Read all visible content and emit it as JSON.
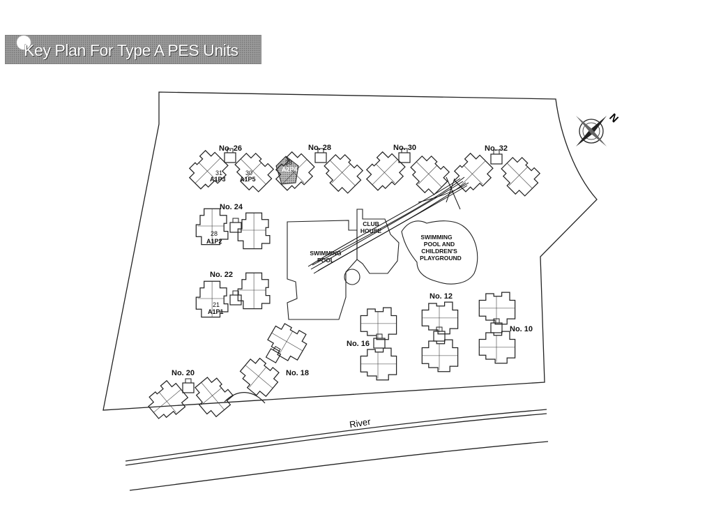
{
  "title": "Key Plan For Type A PES Units",
  "compass_letter": "N",
  "blocks": {
    "no26": "No. 26",
    "no28": "No. 28",
    "no30": "No. 30",
    "no32": "No. 32",
    "no24": "No. 24",
    "no22": "No. 22",
    "no20": "No. 20",
    "no18": "No. 18",
    "no16": "No. 16",
    "no12": "No. 12",
    "no10": "No. 10"
  },
  "units": [
    {
      "number": "31",
      "code": "A1P3"
    },
    {
      "number": "30",
      "code": "A1P5"
    },
    {
      "number": "38",
      "code": "A2P4"
    },
    {
      "number": "28",
      "code": "A1P2"
    },
    {
      "number": "21",
      "code": "A1P1"
    }
  ],
  "facilities": {
    "clubhouse_line1": "CLUB",
    "clubhouse_line2": "HOUSE",
    "pool_line1": "SWIMMING",
    "pool_line2": "POOL",
    "kids_line1": "SWIMMING",
    "kids_line2": "POOL AND",
    "kids_line3": "CHILDREN'S",
    "kids_line4": "PLAYGROUND"
  },
  "river_label": "River",
  "colors": {
    "line": "#222222",
    "banner": "#9a9a9a",
    "highlight_unit": "#9e9e9e"
  }
}
